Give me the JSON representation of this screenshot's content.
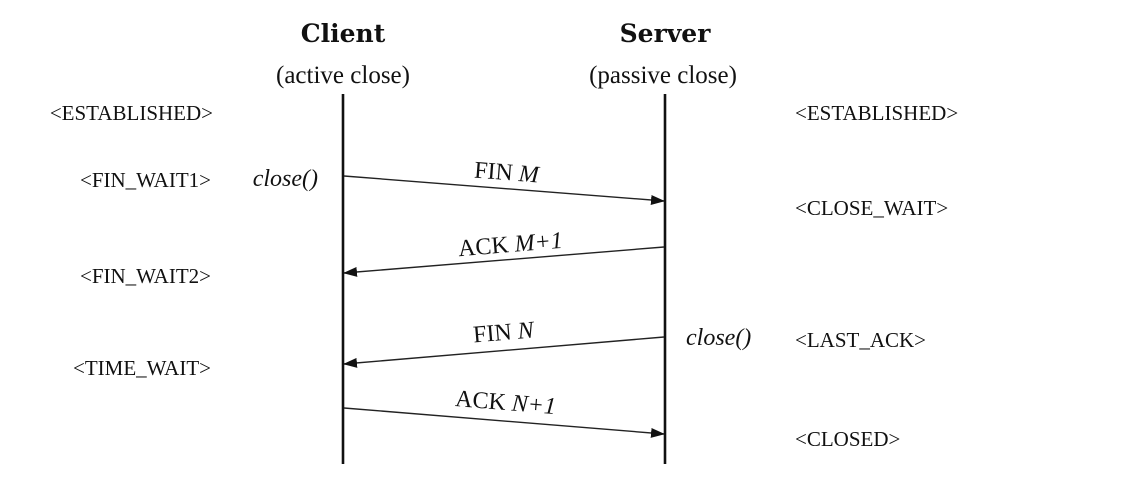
{
  "participants": {
    "client": {
      "name": "Client",
      "role": "(active close)"
    },
    "server": {
      "name": "Server",
      "role": "(passive close)"
    }
  },
  "client_states": [
    "<ESTABLISHED>",
    "<FIN_WAIT1>",
    "<FIN_WAIT2>",
    "<TIME_WAIT>"
  ],
  "server_states": [
    "<ESTABLISHED>",
    "<CLOSE_WAIT>",
    "<LAST_ACK>",
    "<CLOSED>"
  ],
  "calls": {
    "client": "close()",
    "server": "close()"
  },
  "messages": [
    {
      "from": "client",
      "to": "server",
      "label": "FIN",
      "arg": "M"
    },
    {
      "from": "server",
      "to": "client",
      "label": "ACK",
      "arg": "M+1"
    },
    {
      "from": "server",
      "to": "client",
      "label": "FIN",
      "arg": "N"
    },
    {
      "from": "client",
      "to": "server",
      "label": "ACK",
      "arg": "N+1"
    }
  ]
}
